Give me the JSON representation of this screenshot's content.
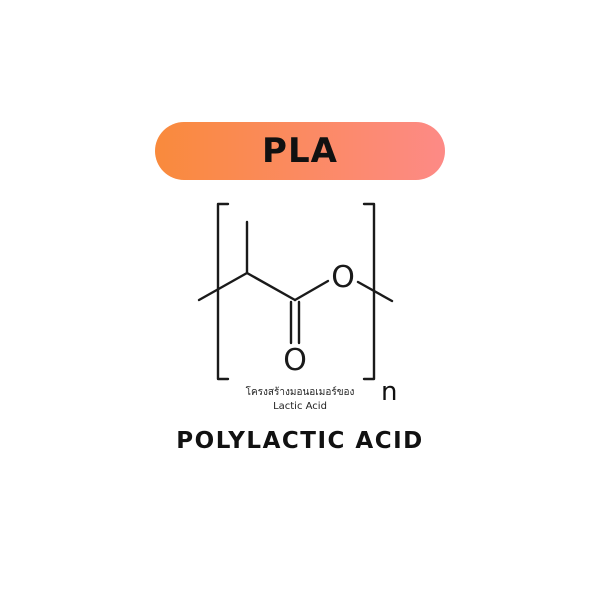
{
  "header": {
    "title": "PLA",
    "gradient_start": "#f98a3c",
    "gradient_end": "#fd8a86"
  },
  "structure": {
    "oxygen_ester": "O",
    "oxygen_carbonyl": "O",
    "repeat_subscript": "n",
    "caption_thai": "โครงสร้างมอนอเมอร์ของ",
    "caption_english": "Lactic Acid"
  },
  "footer": {
    "full_name": "POLYLACTIC ACID"
  }
}
